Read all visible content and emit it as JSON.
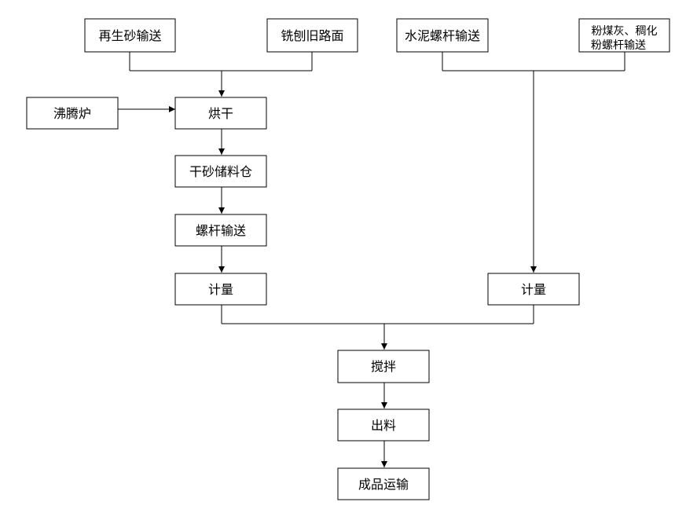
{
  "nodes": {
    "recycled_sand": "再生砂输送",
    "milled_pavement": "铣刨旧路面",
    "cement_screw": "水泥螺杆输送",
    "flyash_line1": "粉煤灰、稠化",
    "flyash_line2": "粉螺杆输送",
    "boiling_furnace": "沸腾炉",
    "drying": "烘干",
    "dry_sand_silo": "干砂储料仓",
    "screw_conveyor": "螺杆输送",
    "metering_left": "计量",
    "metering_right": "计量",
    "mixing": "搅拌",
    "discharge": "出料",
    "product_transport": "成品运输"
  }
}
